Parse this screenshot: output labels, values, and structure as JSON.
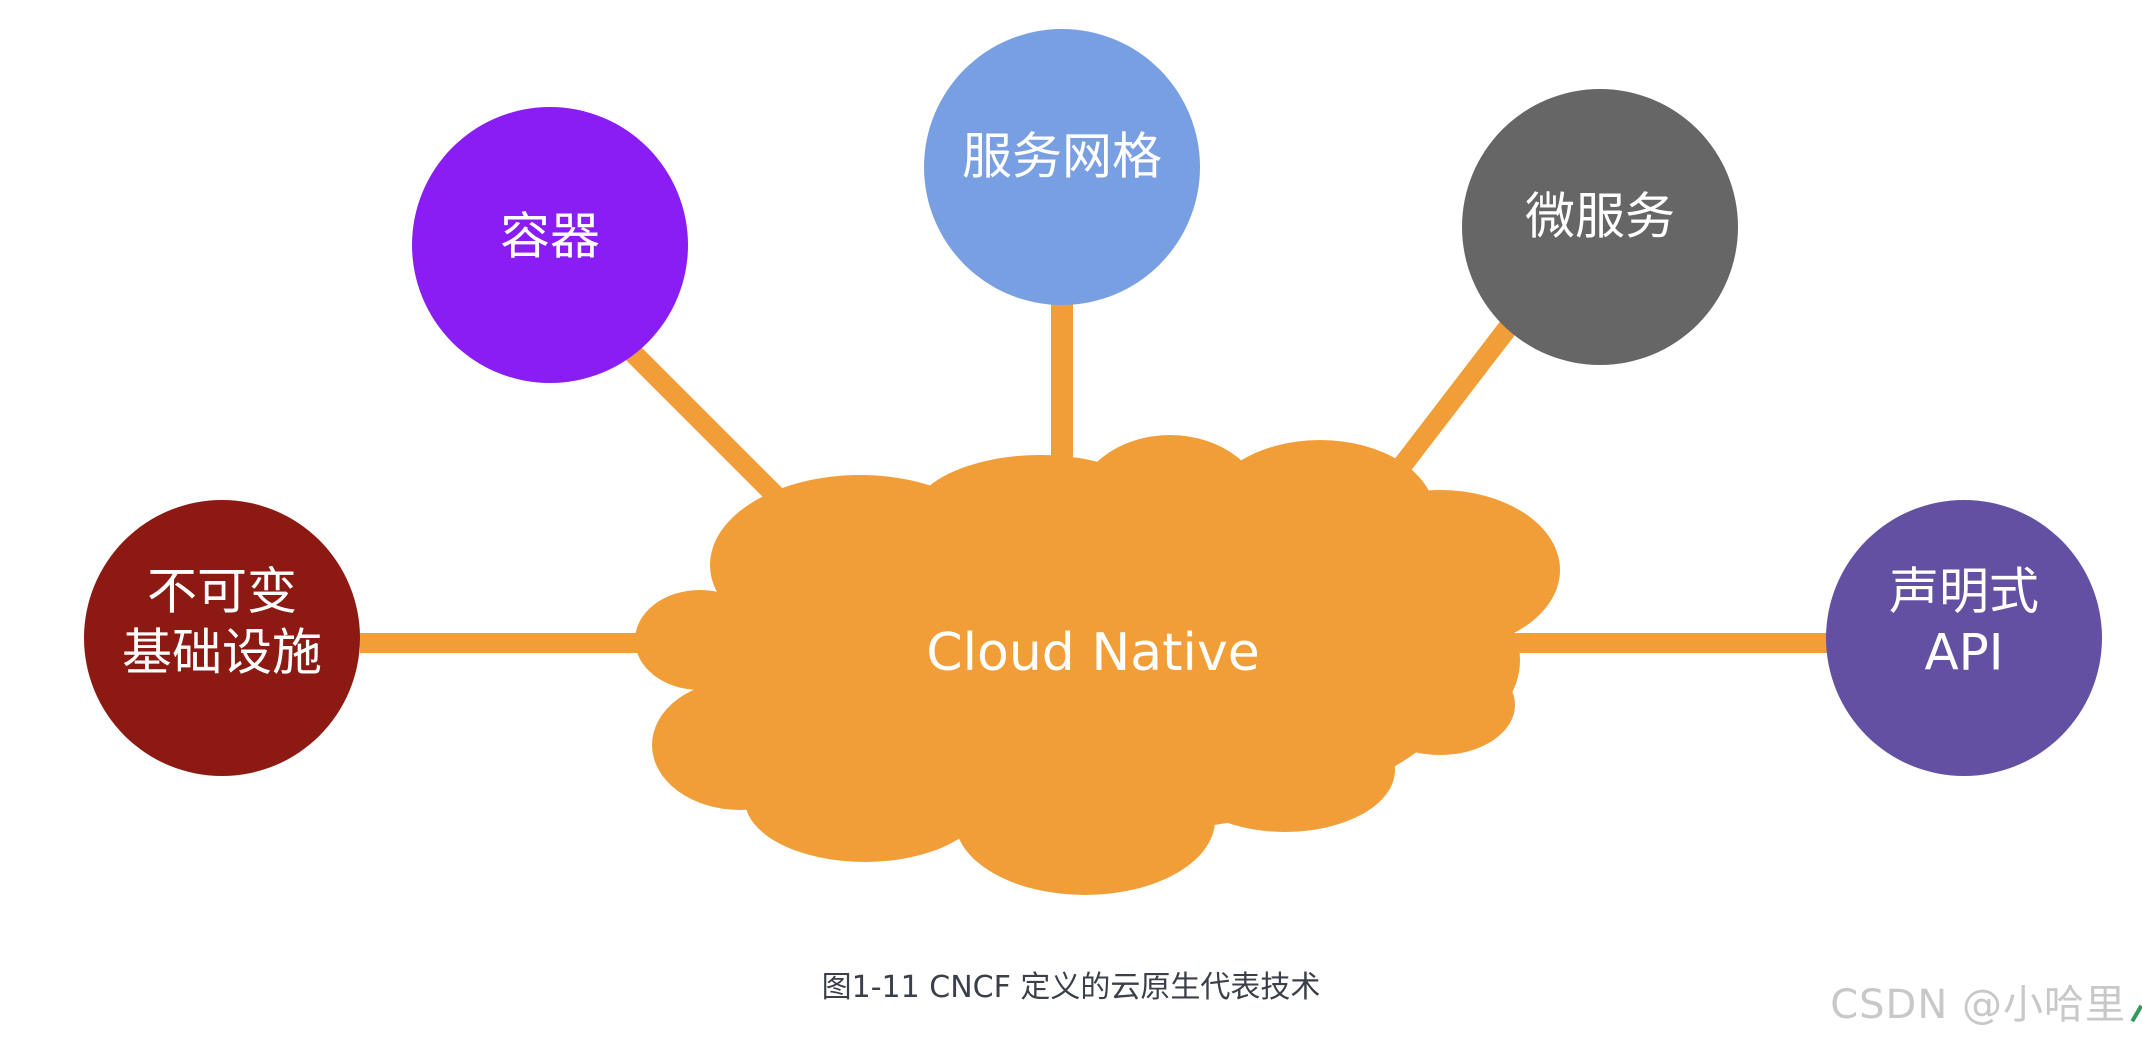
{
  "diagram": {
    "center": {
      "label": "Cloud Native",
      "color": "#f29e38"
    },
    "connector_color": "#f29e38",
    "nodes": [
      {
        "id": "immutable-infrastructure",
        "lines": [
          "不可变",
          "基础设施"
        ],
        "color": "#8c1a12"
      },
      {
        "id": "containers",
        "lines": [
          "容器"
        ],
        "color": "#8a1cf4"
      },
      {
        "id": "service-mesh",
        "lines": [
          "服务网格"
        ],
        "color": "#799fe3"
      },
      {
        "id": "microservices",
        "lines": [
          "微服务"
        ],
        "color": "#666666"
      },
      {
        "id": "declarative-api",
        "lines": [
          "声明式",
          "API"
        ],
        "color": "#6450a2"
      }
    ]
  },
  "caption": "图1-11 CNCF 定义的云原生代表技术",
  "watermark": "CSDN @小哈里"
}
